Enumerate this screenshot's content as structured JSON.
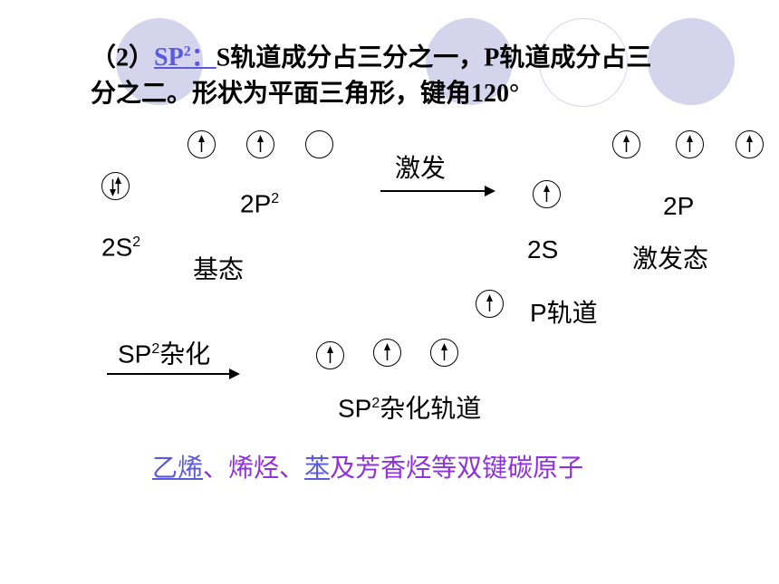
{
  "title": {
    "prefix": "（2）",
    "sp": "SP",
    "sp_sup": "2",
    "colon": "：",
    "line1_rest": "S轨道成分占三分之一，P轨道成分占三",
    "line2": "分之二。形状为平面三角形，键角120°"
  },
  "labels": {
    "p2_main": "2P",
    "p2_sup": "2",
    "s2_main": "2S",
    "s2_sup": "2",
    "ground": "基态",
    "excite": "激发",
    "excited_2s": "2S",
    "excited_2p": "2P",
    "excited_state": "激发态",
    "p_orbital": "P轨道",
    "hybrid_arrow_main": "SP",
    "hybrid_arrow_sup": "2",
    "hybrid_arrow_rest": "杂化",
    "hybrid_orbital_main": "SP",
    "hybrid_orbital_sup": "2",
    "hybrid_orbital_rest": "杂化轨道"
  },
  "footer": {
    "ethylene": "乙烯",
    "sep1": "、",
    "alkenes": "烯烃",
    "sep2": "、",
    "benzene": "苯",
    "rest": "及芳香烃等双键碳原子"
  },
  "colors": {
    "link": "#5a5ae0",
    "footer_text": "#9030e0",
    "decoration": "#d4d4ec"
  },
  "orbitals": {
    "ground_2p": [
      "up",
      "up",
      "empty"
    ],
    "ground_2s": [
      "up-down"
    ],
    "excited_2s": [
      "up"
    ],
    "excited_2p": [
      "up",
      "up",
      "up"
    ],
    "p_orbital": [
      "up"
    ],
    "hybrid": [
      "up",
      "up",
      "up"
    ]
  }
}
